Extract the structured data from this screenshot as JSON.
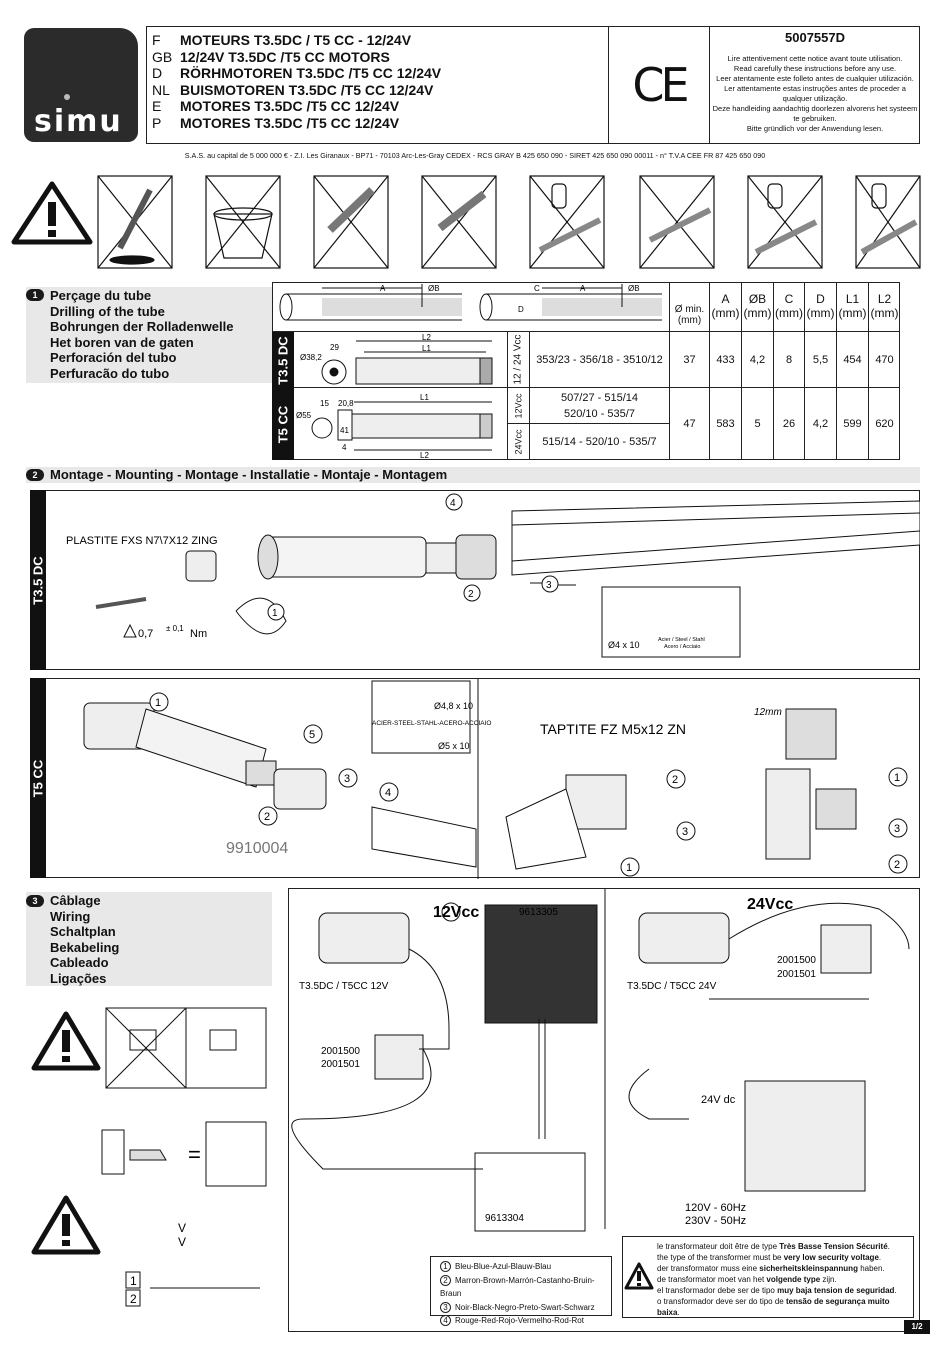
{
  "logo": {
    "text": "simu"
  },
  "header": {
    "titles": [
      {
        "lang": "F",
        "text": "MOTEURS T3.5DC / T5 CC - 12/24V"
      },
      {
        "lang": "GB",
        "text": "12/24V T3.5DC /T5 CC MOTORS"
      },
      {
        "lang": "D",
        "text": "RÖRHMOTOREN T3.5DC /T5 CC 12/24V"
      },
      {
        "lang": "NL",
        "text": "BUISMOTOREN T3.5DC /T5 CC 12/24V"
      },
      {
        "lang": "E",
        "text": "MOTORES T3.5DC /T5 CC 12/24V"
      },
      {
        "lang": "P",
        "text": "MOTORES T3.5DC /T5 CC 12/24V"
      }
    ],
    "ce_mark": "CE",
    "doc_number": "5007557D",
    "read_notice": [
      "Lire attentivement cette notice avant toute utilisation.",
      "Read carefully these instructions before any use.",
      "Leer atentamente este folleto antes de cualquier utilización.",
      "Ler attentamente estas instruções antes de proceder a qualquer utilização.",
      "Deze handleiding aandachtig doorlezen alvorens het systeem te gebruiken.",
      "Bitte gründlich vor der Anwendung lesen."
    ]
  },
  "company_line": "S.A.S. au capital de 5 000 000 € - Z.I. Les Giranaux - BP71 - 70103 Arc-Les-Gray CEDEX - RCS GRAY B 425 650 090 - SIRET 425 650 090 00011 - n° T.V.A CEE FR 87 425 650 090",
  "section1": {
    "number": "1",
    "titles": [
      "Perçage du tube",
      "Drilling of the tube",
      "Bohrungen der Rolladenwelle",
      "Het boren van de gaten",
      "Perforación del tubo",
      "Perfuracão do tubo"
    ],
    "diagram_labels": {
      "a": "A",
      "b": "ØB",
      "c": "C",
      "d": "D"
    },
    "col_headers": [
      "Ø min. (mm)",
      "A (mm)",
      "ØB (mm)",
      "C (mm)",
      "D (mm)",
      "L1 (mm)",
      "L2 (mm)"
    ],
    "rows": [
      {
        "motor": "T3.5 DC",
        "voltage": "12 / 24 Vcc",
        "models": "353/23 - 356/18 - 3510/12",
        "values": [
          "37",
          "433",
          "4,2",
          "8",
          "5,5",
          "454",
          "470"
        ],
        "dims": {
          "d": "Ø38,2",
          "w": "29",
          "l1": "L1",
          "l2": "L2"
        }
      },
      {
        "motor": "T5 CC",
        "voltage_a": "12Vcc",
        "voltage_b": "24Vcc",
        "models_a": "507/27 - 515/14",
        "models_a2": "520/10 - 535/7",
        "models_b": "515/14 - 520/10 - 535/7",
        "values": [
          "47",
          "583",
          "5",
          "26",
          "4,2",
          "599",
          "620"
        ],
        "dims": {
          "d": "Ø55",
          "w1": "15",
          "w2": "20,8",
          "h": "41",
          "s": "4",
          "l1": "L1",
          "l2": "L2"
        }
      }
    ]
  },
  "section2": {
    "number": "2",
    "title": "Montage - Mounting - Montage - Installatie - Montaje - Montagem",
    "t35": {
      "label": "T3.5 DC",
      "screw": "PLASTITE FXS N7\\7X12 ZING",
      "torque_main": "0,7",
      "torque_tol": "± 0,1",
      "torque_unit": "Nm",
      "rivet": "Ø4 x 10",
      "rivet_material_1": "Acier / Steel / Stahl",
      "rivet_material_2": "Acero / Acciaio",
      "steps": [
        "1",
        "2",
        "3",
        "4"
      ]
    },
    "t5": {
      "label": "T5 CC",
      "screw_a": "Ø4,8 x 10",
      "materials": "ACIER-STEEL-STAHL-ACERO-ACCIAIO",
      "screw_b": "Ø5 x 10",
      "ref": "9910004",
      "taptite": "TAPTITE FZ M5x12 ZN",
      "bracket": "12mm",
      "steps": [
        "1",
        "2",
        "3",
        "4",
        "5"
      ]
    }
  },
  "section3": {
    "number": "3",
    "titles": [
      "Câblage",
      "Wiring",
      "Schaltplan",
      "Bekabeling",
      "Cableado",
      "Ligações"
    ],
    "v12": {
      "title": "12Vcc",
      "motor": "T3.5DC / T5CC 12V",
      "switch_1": "2001500",
      "switch_2": "2001501",
      "panel_ref": "9613305",
      "battery_ref": "9613304"
    },
    "v24": {
      "title": "24Vcc",
      "motor": "T3.5DC / T5CC 24V",
      "switch_1": "2001500",
      "switch_2": "2001501",
      "dc_label": "24V dc",
      "mains_1": "120V - 60Hz",
      "mains_2": "230V - 50Hz"
    },
    "legend": [
      {
        "n": "1",
        "text": "Bleu-Blue-Azul-Blauw-Blau"
      },
      {
        "n": "2",
        "text": "Marron-Brown-Marrón-Castanho-Bruin-Braun"
      },
      {
        "n": "3",
        "text": "Noir-Black-Negro-Preto-Swart-Schwarz"
      },
      {
        "n": "4",
        "text": "Rouge-Red-Rojo-Vermelho-Rod-Rot"
      }
    ],
    "transformer_note": [
      {
        "plain": "le transformateur doit être de type ",
        "bold": "Très Basse Tension Sécurité",
        "tail": "."
      },
      {
        "plain": "the type of the transformer must be ",
        "bold": "very low security voltage",
        "tail": "."
      },
      {
        "plain": "der transformator muss eine ",
        "bold": "sicherheitskleinspannung",
        "tail": " haben."
      },
      {
        "plain": "de transformator moet van het ",
        "bold": "volgende type",
        "tail": " zijn."
      },
      {
        "plain": "el transformador debe ser de tipo ",
        "bold": "muy baja tension de seguridad",
        "tail": "."
      },
      {
        "plain": "o transformador deve ser do tipo de ",
        "bold": "tensão de segurança muito baixa",
        "tail": "."
      }
    ],
    "warning_symbols": {
      "equals": "=",
      "arrows": "V\nV"
    },
    "connector": [
      "1",
      "2"
    ]
  },
  "page": "1/2"
}
